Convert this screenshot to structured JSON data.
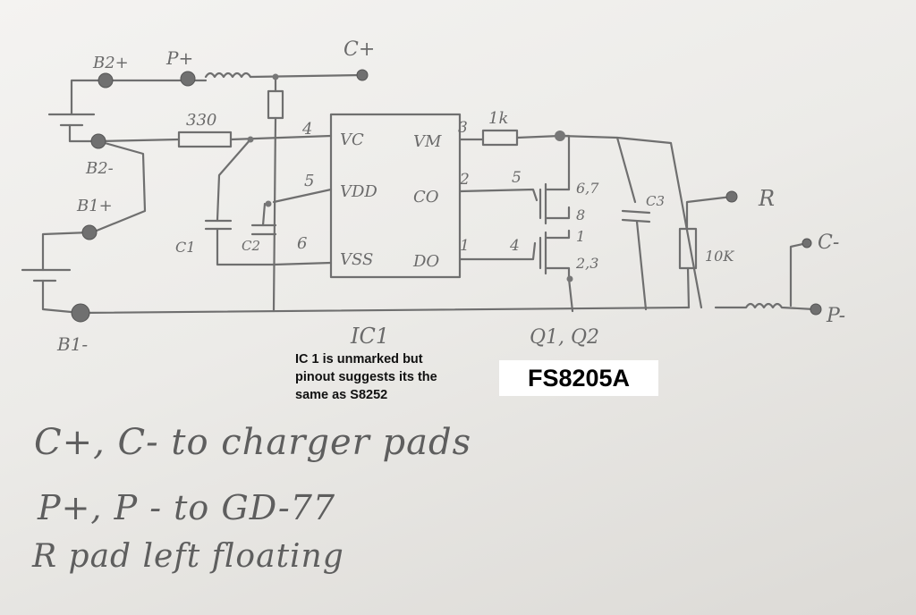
{
  "schematic": {
    "labels": {
      "b2_plus": "B2+",
      "p_plus": "P+",
      "c_plus": "C+",
      "r330": "330",
      "r1k": "1k",
      "pin4": "4",
      "pin5": "5",
      "pin6": "6",
      "pin3": "3",
      "pin2": "2",
      "pin1": "1",
      "vc": "VC",
      "vdd": "VDD",
      "vss": "VSS",
      "vm": "VM",
      "co": "CO",
      "do": "DO",
      "b2_minus": "B2-",
      "b1_plus": "B1+",
      "b1_minus": "B1-",
      "c1": "C1",
      "c2": "C2",
      "c3": "C3",
      "q_pin5": "5",
      "q_pin4": "4",
      "q_pin67": "6,7",
      "q_pin8": "8",
      "q_pin1": "1",
      "q_pin23": "2,3",
      "r10k": "10K",
      "r_pad": "R",
      "c_minus": "C-",
      "p_minus": "P-",
      "ic1": "IC1",
      "q1q2": "Q1, Q2"
    },
    "note_lines": [
      "IC 1 is unmarked but",
      "pinout suggests its the",
      "same as S8252"
    ],
    "part_number": "FS8205A"
  },
  "legend": {
    "line1": "C+, C-  to charger pads",
    "line2": "P+, P -  to GD-77",
    "line3": "R pad  left floating"
  }
}
